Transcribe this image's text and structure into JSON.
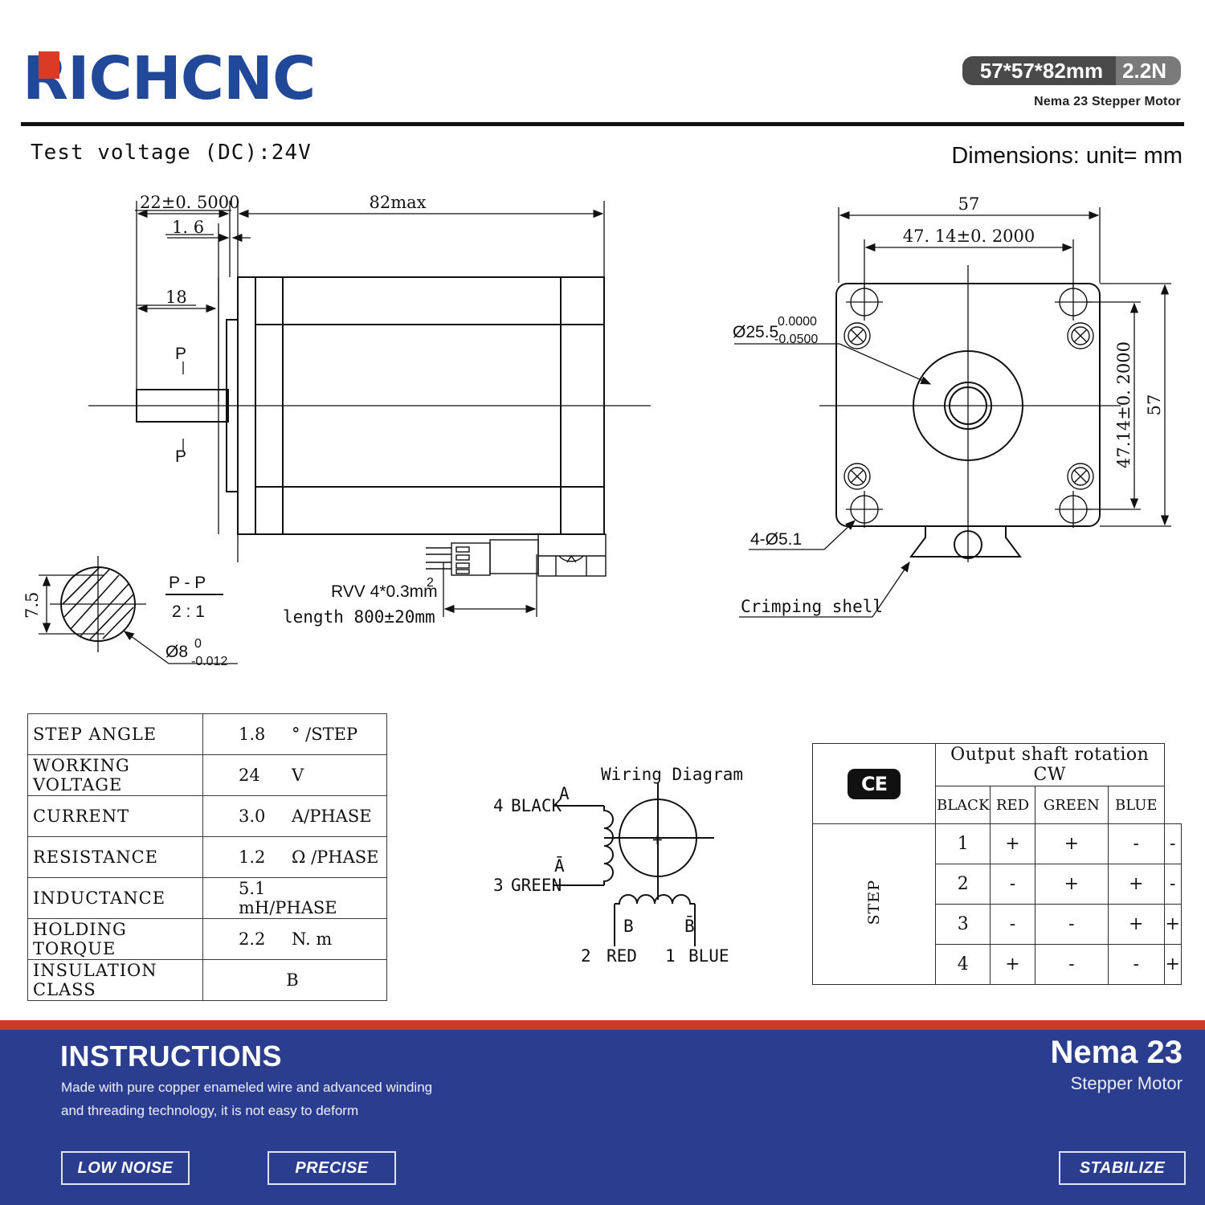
{
  "header": {
    "logo_text": "RICHCNC",
    "badge_size": "57*57*82mm",
    "badge_torque": "2.2N",
    "badge_subtitle": "Nema 23 Stepper Motor",
    "test_voltage": "Test voltage (DC):24V",
    "dimensions_unit": "Dimensions: unit= mm"
  },
  "side_view": {
    "dim_flange": "22±0.5000",
    "dim_flange_face": "1.6",
    "dim_length": "82max",
    "dim_shaft": "18",
    "section_mark_top": "P",
    "section_mark_bottom": "P",
    "cable_spec": "RVV 4*0.3mm",
    "cable_spec_sup": "2",
    "cable_length": "length 800±20mm"
  },
  "section_pp": {
    "title": "P - P",
    "scale": "2 : 1",
    "flat_dim": "7.5",
    "dia": "Ø8",
    "tol_upper": "0",
    "tol_lower": "-0.012"
  },
  "front_view": {
    "width_57": "57",
    "bolt_pitch_h": "47. 14±0. 2000",
    "bolt_pitch_v": "47.14±0. 2000",
    "height_57": "57",
    "boss_dia": "Ø25.5",
    "boss_tol_upper": "0.0000",
    "boss_tol_lower": "-0.0500",
    "holes": "4-Ø5.1",
    "crimping_shell": "Crimping shell"
  },
  "spec_table": {
    "rows": [
      {
        "key": "STEP ANGLE",
        "value": "1.8",
        "unit": "° /STEP",
        "centered": false
      },
      {
        "key": "WORKING VOLTAGE",
        "value": "24",
        "unit": "V",
        "centered": false
      },
      {
        "key": "CURRENT",
        "value": "3.0",
        "unit": "A/PHASE",
        "centered": false
      },
      {
        "key": "RESISTANCE",
        "value": "1.2",
        "unit": "Ω /PHASE",
        "centered": false
      },
      {
        "key": "INDUCTANCE",
        "value": "5.1",
        "unit": "mH/PHASE",
        "centered": false
      },
      {
        "key": "HOLDING TORQUE",
        "value": "2.2",
        "unit": "N. m",
        "centered": false
      },
      {
        "key": "INSULATION CLASS",
        "value": "B",
        "unit": "",
        "centered": true
      }
    ]
  },
  "wiring_diagram": {
    "title": "Wiring Diagram",
    "coil_a_label": "A",
    "coil_abar_label": "Ā",
    "coil_b_label": "B",
    "coil_bbar_label": "B̄",
    "pin4": "4",
    "pin4_color": "BLACK",
    "pin3": "3",
    "pin3_color": "GREEN",
    "pin2": "2",
    "pin2_color": "RED",
    "pin1": "1",
    "pin1_color": "BLUE"
  },
  "rotation_table": {
    "ce_mark": "CE",
    "title": "Output shaft rotation CW",
    "step_label": "STEP",
    "columns": [
      "BLACK",
      "RED",
      "GREEN",
      "BLUE"
    ],
    "rows": [
      {
        "step": "1",
        "values": [
          "+",
          "+",
          "-",
          "-"
        ]
      },
      {
        "step": "2",
        "values": [
          "-",
          "+",
          "+",
          "-"
        ]
      },
      {
        "step": "3",
        "values": [
          "-",
          "-",
          "+",
          "+"
        ]
      },
      {
        "step": "4",
        "values": [
          "+",
          "-",
          "-",
          "+"
        ]
      }
    ]
  },
  "footer": {
    "instructions_title": "INSTRUCTIONS",
    "instructions_line1": "Made with pure copper enameled wire and advanced winding",
    "instructions_line2": "and threading technology, it is not easy to deform",
    "chip_low_noise": "LOW NOISE",
    "chip_precise": "PRECISE",
    "chip_stabilize": "STABILIZE",
    "product_name": "Nema 23",
    "product_sub": "Stepper Motor"
  },
  "colors": {
    "brand_blue": "#22489a",
    "brand_red": "#d93b26",
    "footer_blue": "#2b3d8f",
    "footer_red": "#cf3b22",
    "badge_dark": "#4a4a4a",
    "badge_light": "#7a7a7a"
  }
}
